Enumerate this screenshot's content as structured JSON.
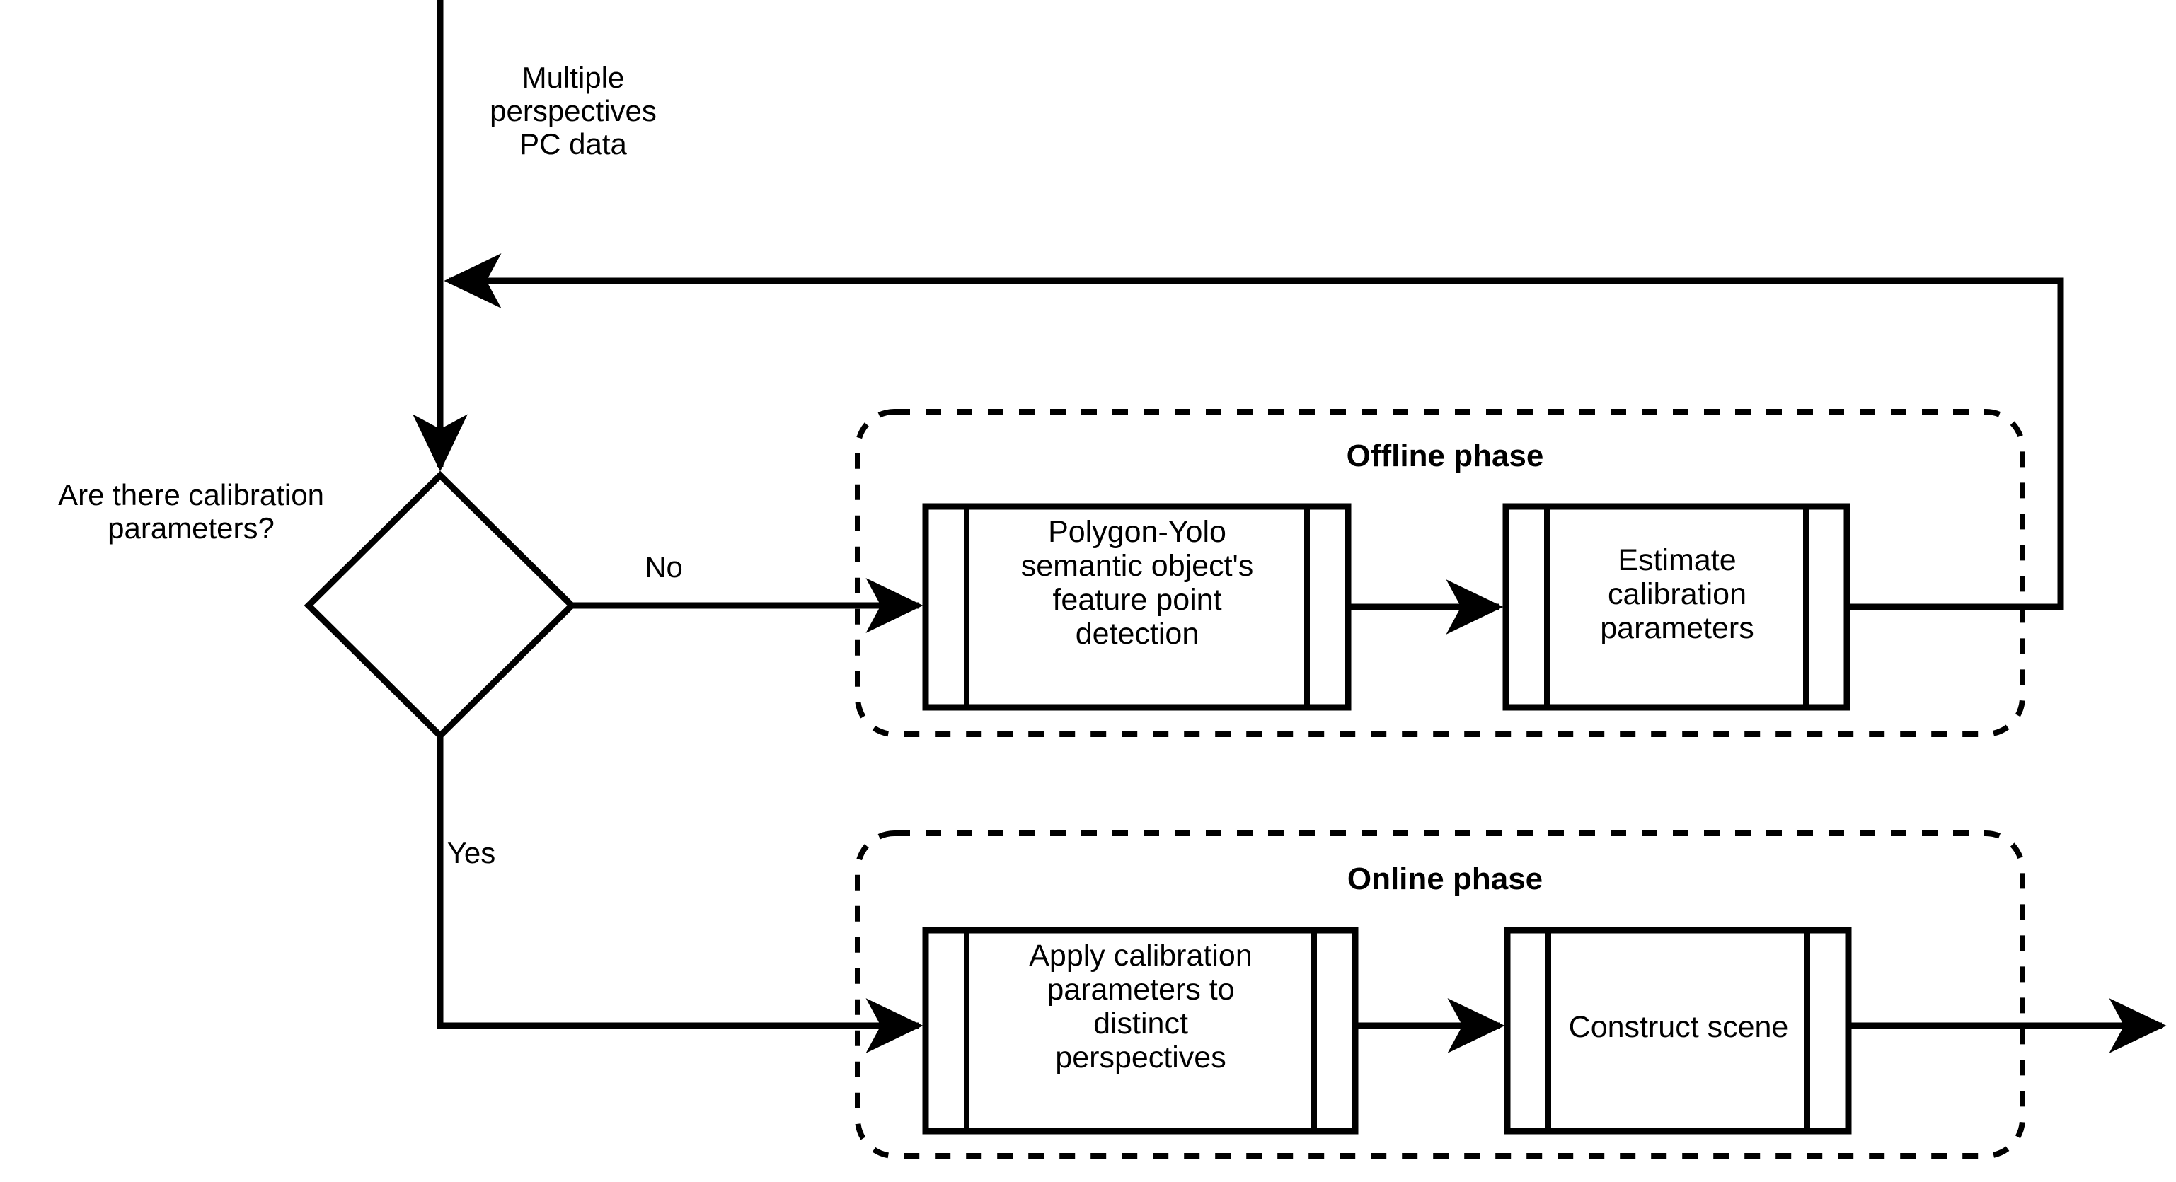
{
  "diagram": {
    "kind": "flowchart",
    "background_color": "#ffffff",
    "stroke_color": "#000000",
    "entry_label": "Multiple\nperspectives\nPC data",
    "decision": {
      "label": "Are there calibration\nparameters?",
      "yes_label": "Yes",
      "no_label": "No"
    },
    "phases": [
      {
        "id": "offline",
        "title": "Offline phase",
        "border_style": "dashed",
        "nodes": [
          {
            "id": "polygon-yolo",
            "shape": "predefined-process",
            "label": "Polygon-Yolo\nsemantic object's\nfeature point\ndetection"
          },
          {
            "id": "estimate-calibration",
            "shape": "predefined-process",
            "label": "Estimate\ncalibration\nparameters"
          }
        ]
      },
      {
        "id": "online",
        "title": "Online phase",
        "border_style": "dashed",
        "nodes": [
          {
            "id": "apply-calibration",
            "shape": "predefined-process",
            "label": "Apply calibration\nparameters to\ndistinct\nperspectives"
          },
          {
            "id": "construct-scene",
            "shape": "predefined-process",
            "label": "Construct scene"
          }
        ]
      }
    ],
    "edges": [
      {
        "from": "entry",
        "to": "decision",
        "label": ""
      },
      {
        "from": "decision",
        "to": "polygon-yolo",
        "label": "No"
      },
      {
        "from": "polygon-yolo",
        "to": "estimate-calibration",
        "label": ""
      },
      {
        "from": "estimate-calibration",
        "to": "decision",
        "label": ""
      },
      {
        "from": "decision",
        "to": "apply-calibration",
        "label": "Yes"
      },
      {
        "from": "apply-calibration",
        "to": "construct-scene",
        "label": ""
      },
      {
        "from": "construct-scene",
        "to": "exit",
        "label": ""
      }
    ]
  }
}
